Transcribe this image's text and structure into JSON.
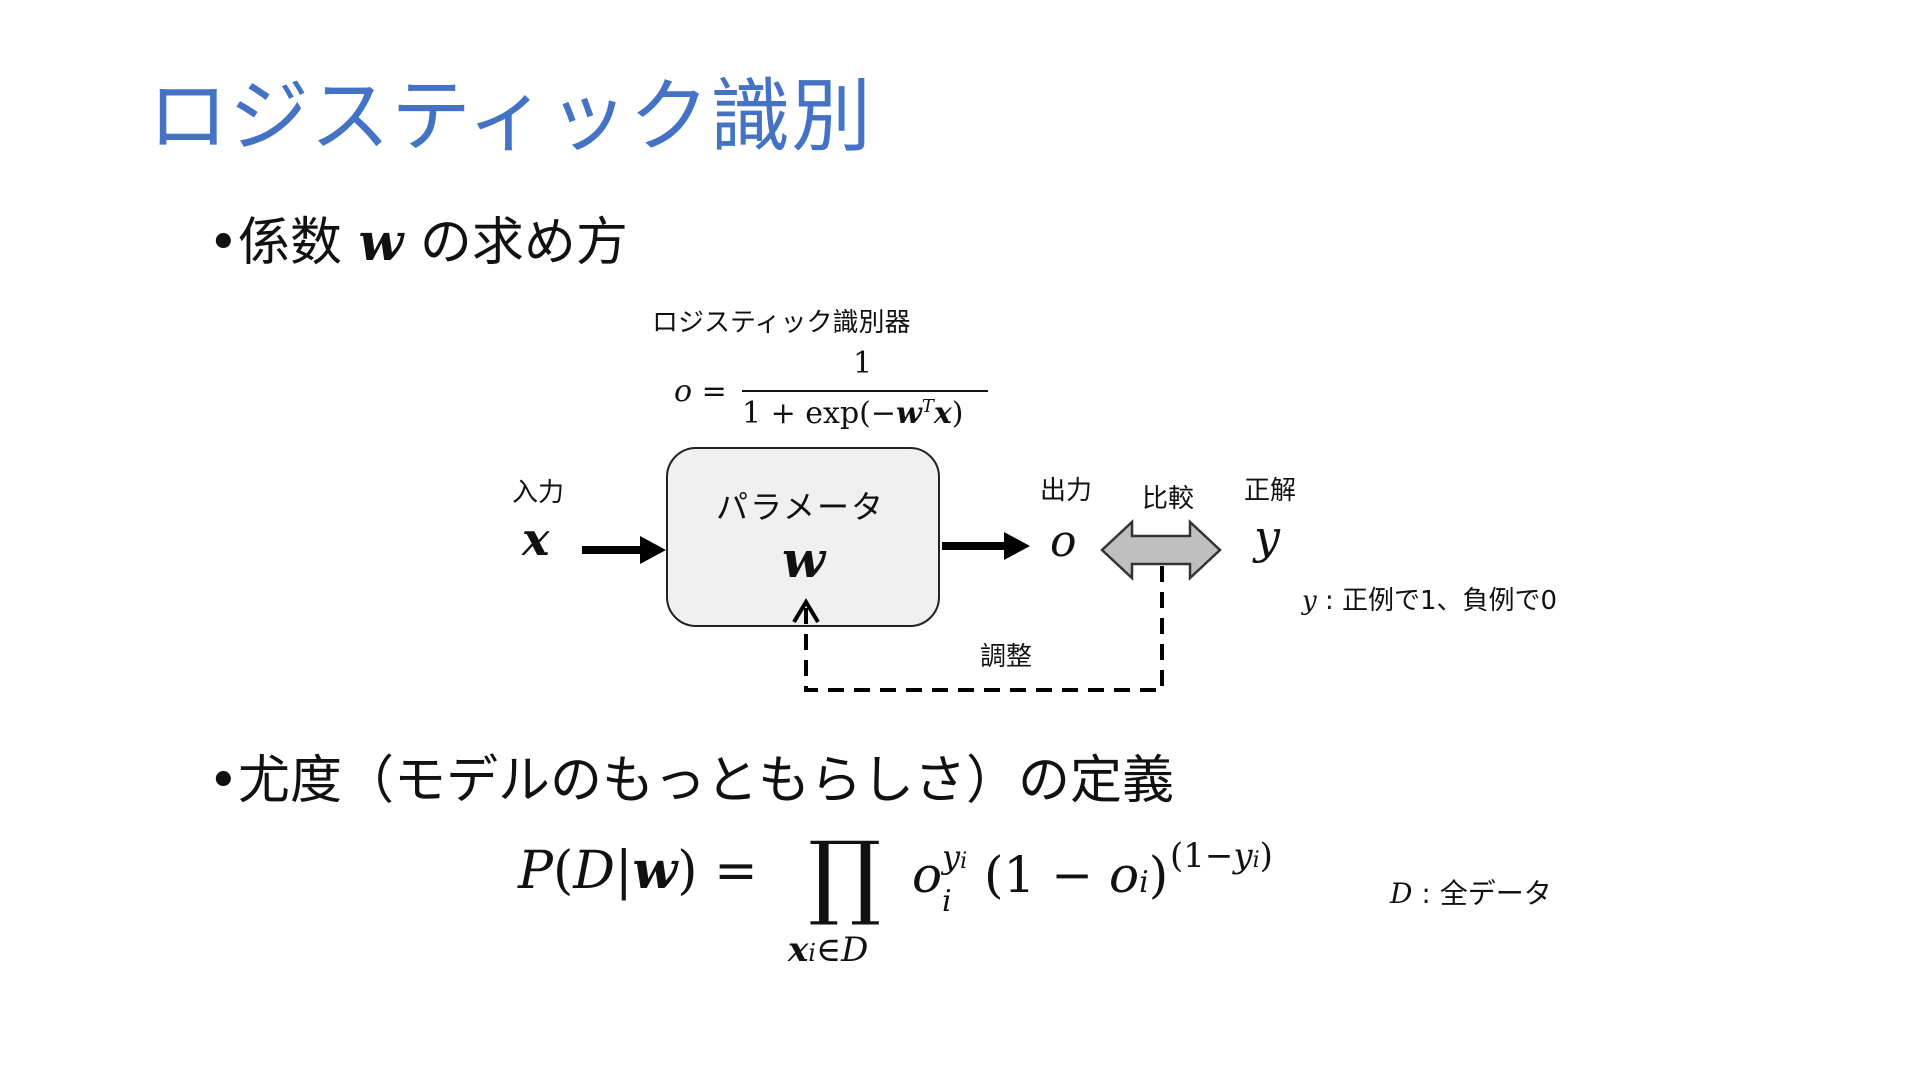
{
  "slide": {
    "title": "ロジスティック識別",
    "bullet1": {
      "dot": "•",
      "text_before": "係数",
      "var": "w",
      "text_after": "の求め方"
    },
    "bullet2": {
      "dot": "•",
      "text": "尤度（モデルのもっともらしさ）の定義"
    }
  },
  "diagram": {
    "classifier_label": "ロジスティック識別器",
    "formula": {
      "lhs": "o =",
      "numerator": "1",
      "den_prefix": "1 + exp(−",
      "den_w": "w",
      "den_T": "T",
      "den_x": "x",
      "den_suffix": ")"
    },
    "input_label": "入力",
    "input_var": "x",
    "box_label": "パラメータ",
    "box_var": "w",
    "output_label": "出力",
    "output_var": "o",
    "compare_label": "比較",
    "truth_label": "正解",
    "truth_var": "y",
    "truth_note_var": "y",
    "truth_note_text": " : 正例で1、負例で0",
    "adjust_label": "調整"
  },
  "likelihood": {
    "lhs_P": "P",
    "lhs_open": "(",
    "lhs_D": "D",
    "lhs_bar": "|",
    "lhs_w": "w",
    "lhs_close": ") =",
    "prod": "∏",
    "prod_sub_x": "x",
    "prod_sub_i": "i",
    "prod_sub_rest": "∈D",
    "o": "o",
    "o_sup": "y",
    "o_sup_i": "i",
    "o_sub": "i",
    "paren_open": "(1 − ",
    "o2": "o",
    "o2_sub": "i",
    "paren_close": ")",
    "exp_open": "(1−",
    "exp_y": "y",
    "exp_i": "i",
    "exp_close": ")",
    "note_var": "D",
    "note_text": " : 全データ"
  }
}
